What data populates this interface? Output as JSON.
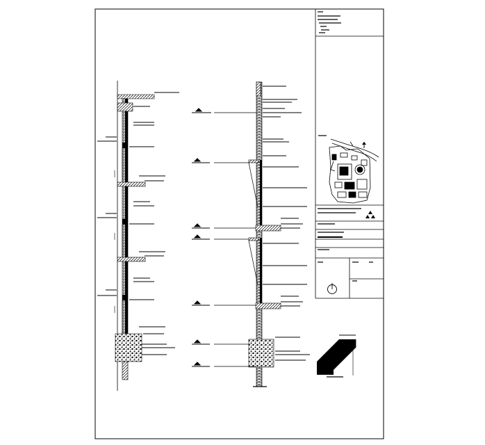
{
  "sheet": {
    "background": "#ffffff",
    "ink": "#000000",
    "has_text_content": false
  },
  "title_block": {
    "sections": [
      "header-notes",
      "key-plan",
      "north-arrow",
      "project-info",
      "revision-boxes",
      "sheet-number"
    ],
    "north_arrow_icon": "north-arrow-icon",
    "logo_icon": "triangle-logo-icon",
    "compass_icon": "compass-circle-icon",
    "isometric_icon": "isometric-block-icon"
  },
  "drawings": [
    "wall-section-left",
    "wall-section-right"
  ]
}
